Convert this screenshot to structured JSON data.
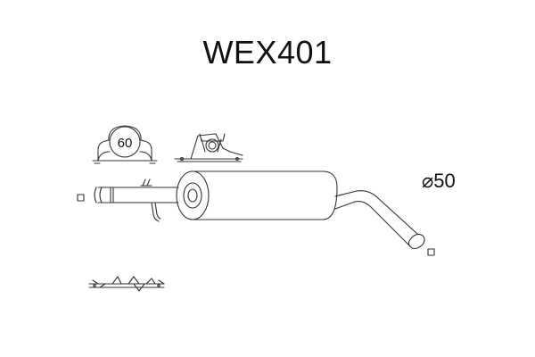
{
  "diagram": {
    "title": "WEX401",
    "diameter_label": "⌀50",
    "clamp_size_label": "60"
  },
  "colors": {
    "line": "#333333",
    "text": "#111111",
    "background": "#ffffff"
  }
}
